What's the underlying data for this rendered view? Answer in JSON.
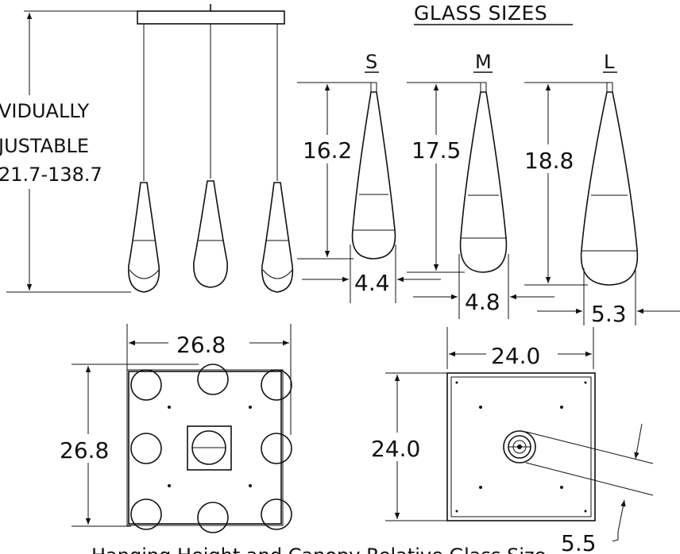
{
  "glass_sizes_title": "GLASS SIZES",
  "sizes": [
    {
      "label": "S",
      "height": "16.2",
      "diameter": "4.4"
    },
    {
      "label": "M",
      "height": "17.5",
      "diameter": "4.8"
    },
    {
      "label": "L",
      "height": "18.8",
      "diameter": "5.3"
    }
  ],
  "adjustable_note": [
    "VIDUALLY",
    "JUSTABLE",
    "21.7-138.7"
  ],
  "top_view": {
    "width": "26.8",
    "depth": "26.8"
  },
  "canopy_view": {
    "width": "24.0",
    "depth": "24.0",
    "offset": "5.5"
  },
  "bottom_caption": "Hanging Height and Canopy Relative Glass Size"
}
